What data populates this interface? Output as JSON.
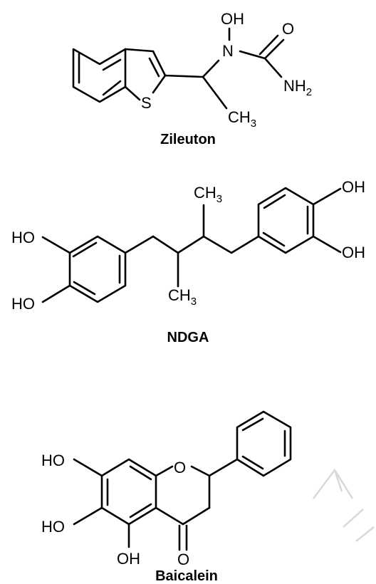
{
  "molecules": {
    "zileuton": {
      "name": "Zileuton",
      "atoms": {
        "s": "S",
        "n": "N",
        "oh": "OH",
        "o": "O",
        "nh2_main": "NH",
        "nh2_sub": "2",
        "ch3_main": "CH",
        "ch3_sub": "3"
      }
    },
    "ndga": {
      "name": "NDGA",
      "atoms": {
        "ho_top": "HO",
        "ho_bottom": "HO",
        "oh_top": "OH",
        "oh_bottom": "OH",
        "ch3_top_main": "CH",
        "ch3_top_sub": "3",
        "ch3_bottom_main": "CH",
        "ch3_bottom_sub": "3"
      }
    },
    "baicalein": {
      "name": "Baicalein",
      "atoms": {
        "ho_top": "HO",
        "ho_mid": "HO",
        "oh_bottom": "OH",
        "o_ring": "O",
        "o_carbonyl": "O"
      }
    }
  }
}
